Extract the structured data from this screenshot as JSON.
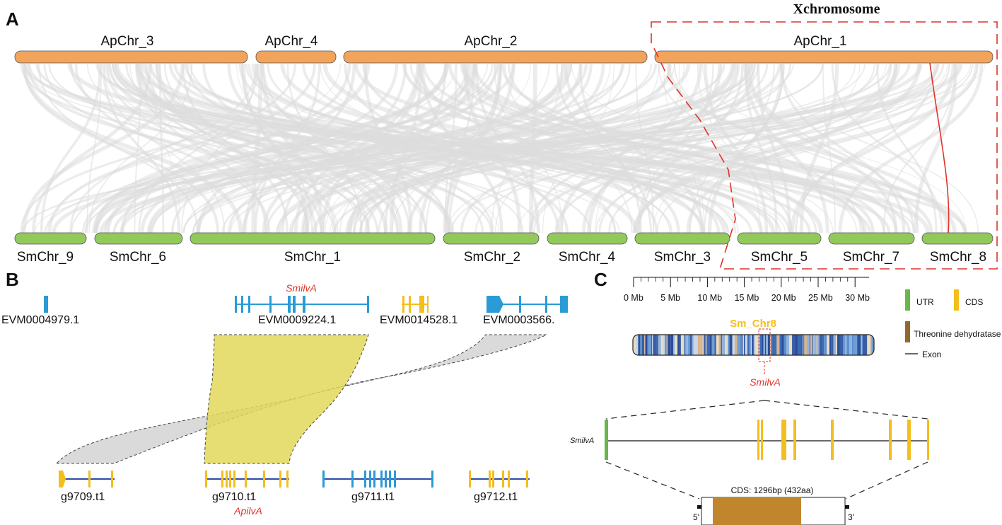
{
  "colors": {
    "ap_chr": "#f2a45c",
    "sm_chr": "#93c95a",
    "synteny": "#dcdcdc",
    "highlight": "#e0332a",
    "gene_blue": "#2b9bd6",
    "gene_yellow": "#f4be1d",
    "yellow_band": "#e3d85a",
    "grey_band": "#d4d4d4",
    "utr": "#6ab64b",
    "cds": "#f4be1d",
    "threonine": "#c1862d"
  },
  "panels": {
    "a": "A",
    "b": "B",
    "c": "C"
  },
  "panel_a": {
    "x_chromosome_label": "Xchromosome",
    "top_chromosomes": [
      "ApChr_3",
      "ApChr_4",
      "ApChr_2",
      "ApChr_1"
    ],
    "bottom_chromosomes": [
      "SmChr_9",
      "SmChr_6",
      "SmChr_1",
      "SmChr_2",
      "SmChr_4",
      "SmChr_3",
      "SmChr_5",
      "SmChr_7",
      "SmChr_8"
    ],
    "highlighted_link": {
      "from": "ApChr_1",
      "to": "SmChr_8"
    }
  },
  "panel_b": {
    "top_genes": [
      {
        "id": "EVM0004979.1",
        "color": "blue"
      },
      {
        "id": "EVM0009224.1",
        "color": "blue",
        "name": "SmilvA"
      },
      {
        "id": "EVM0014528.1",
        "color": "yellow"
      },
      {
        "id": "EVM0003566.",
        "color": "blue"
      }
    ],
    "bottom_genes": [
      {
        "id": "g9709.t1",
        "color": "yellow"
      },
      {
        "id": "g9710.t1",
        "color": "yellow",
        "name": "ApilvA"
      },
      {
        "id": "g9711.t1",
        "color": "blue"
      },
      {
        "id": "g9712.t1",
        "color": "yellow"
      }
    ]
  },
  "panel_c": {
    "scale_ticks": [
      "0 Mb",
      "5 Mb",
      "10 Mb",
      "15 Mb",
      "20 Mb",
      "25 Mb",
      "30 Mb"
    ],
    "chromosome_title": "Sm_Chr8",
    "gene_name": "SmilvA",
    "gene_row_label": "SmilvA",
    "cds_caption": "CDS: 1296bp (432aa)",
    "prime5": "5'",
    "prime3": "3'",
    "legend": [
      {
        "label": "UTR",
        "color": "#6ab64b",
        "kind": "box"
      },
      {
        "label": "CDS",
        "color": "#f4be1d",
        "kind": "box"
      },
      {
        "label": "Threonine dehydratase",
        "color": "#8f6a2a",
        "kind": "box"
      },
      {
        "label": "Exon",
        "color": "#111111",
        "kind": "line"
      }
    ]
  }
}
